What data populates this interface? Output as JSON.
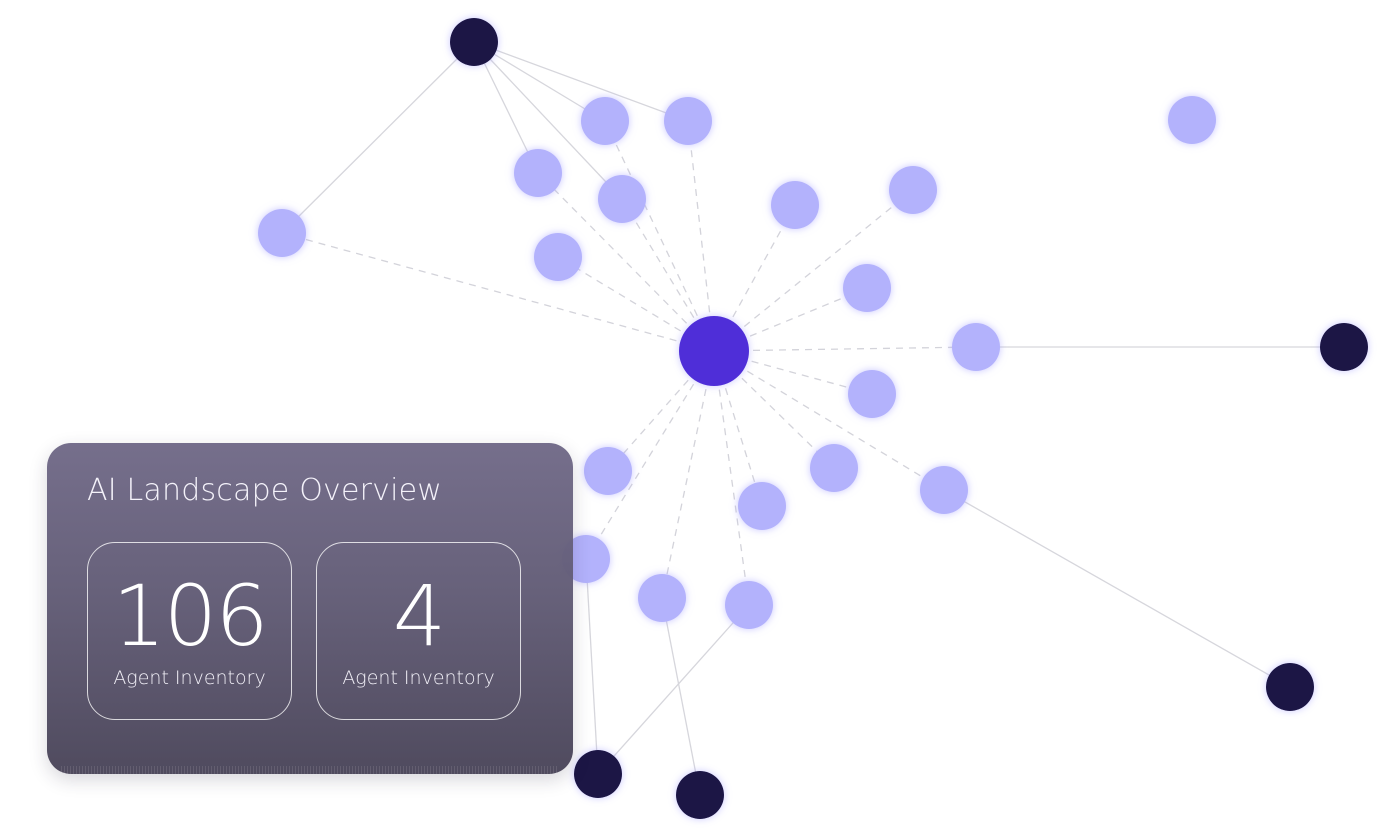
{
  "overview": {
    "title": "AI Landscape Overview",
    "stats": [
      {
        "value": "106",
        "label": "Agent Inventory"
      },
      {
        "value": "4",
        "label": "Agent Inventory"
      }
    ]
  },
  "colors": {
    "hub": "#4f2ed8",
    "agent_node": "#b3b2fc",
    "leaf_node": "#1c1444",
    "edge": "#d3d3da"
  }
}
